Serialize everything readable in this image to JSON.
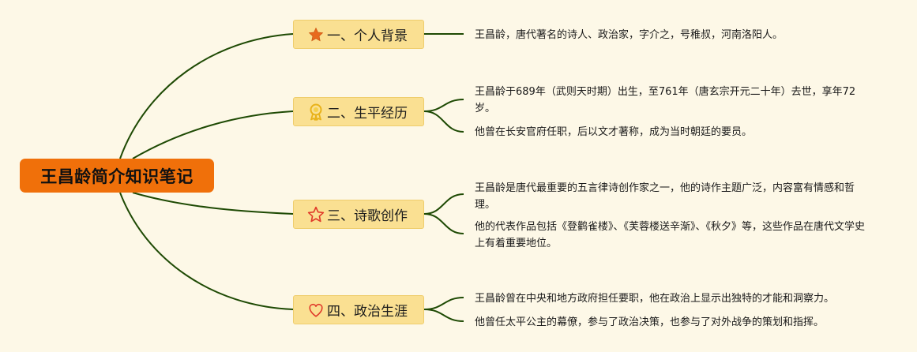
{
  "root": {
    "title": "王昌龄简介知识笔记"
  },
  "branches": [
    {
      "label": "一、个人背景",
      "icon": "star-filled-icon",
      "notes": [
        "王昌龄，唐代著名的诗人、政治家，字介之，号稚叔，河南洛阳人。"
      ]
    },
    {
      "label": "二、生平经历",
      "icon": "award-ribbon-icon",
      "notes": [
        "王昌龄于689年（武则天时期）出生，至761年（唐玄宗开元二十年）去世，享年72岁。",
        "他曾在长安官府任职，后以文才著称，成为当时朝廷的要员。"
      ]
    },
    {
      "label": "三、诗歌创作",
      "icon": "star-outline-icon",
      "notes": [
        "王昌龄是唐代最重要的五言律诗创作家之一，他的诗作主题广泛，内容富有情感和哲理。",
        "他的代表作品包括《登鹳雀楼》、《芙蓉楼送辛渐》、《秋夕》等，这些作品在唐代文学史上有着重要地位。"
      ]
    },
    {
      "label": "四、政治生涯",
      "icon": "heart-outline-icon",
      "notes": [
        "王昌龄曾在中央和地方政府担任要职，他在政治上显示出独特的才能和洞察力。",
        "他曾任太平公主的幕僚，参与了政治决策，也参与了对外战争的策划和指挥。"
      ]
    }
  ],
  "colors": {
    "background": "#fdf8e7",
    "root_fill": "#f0700a",
    "branch_fill": "#fae092",
    "connector": "#1e4a04",
    "icon_orange": "#e86a1e",
    "icon_gold": "#e8b21a",
    "icon_red": "#e03a2a"
  }
}
